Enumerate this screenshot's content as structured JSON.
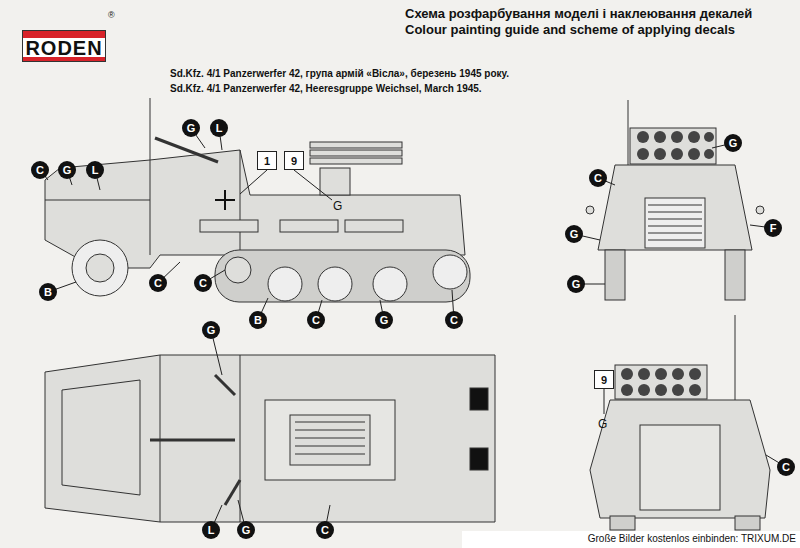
{
  "diagram": {
    "title": "Схема розфарбування моделі і наклеювання декалей",
    "nodes": [
      {
        "text": [
          "RODEN"
        ]
      },
      {
        "text": [
          "G"
        ]
      },
      {
        "text": [
          "L"
        ]
      },
      {
        "text": [
          "C"
        ]
      },
      {
        "text": [
          "G"
        ]
      },
      {
        "text": [
          "L"
        ]
      },
      {
        "text": [
          "B"
        ]
      },
      {
        "text": [
          "C"
        ]
      },
      {
        "text": [
          "C"
        ]
      },
      {
        "text": [
          "B"
        ]
      },
      {
        "text": [
          "C"
        ]
      },
      {
        "text": [
          "G"
        ]
      },
      {
        "text": [
          "C"
        ]
      },
      {
        "text": [
          "1"
        ]
      },
      {
        "text": [
          "9"
        ]
      },
      {
        "text": [
          "G"
        ]
      },
      {
        "text": [
          "C"
        ]
      },
      {
        "text": [
          "G"
        ]
      },
      {
        "text": [
          "F"
        ]
      },
      {
        "text": [
          "G"
        ]
      },
      {
        "text": [
          "9"
        ]
      },
      {
        "text": [
          "C"
        ]
      },
      {
        "text": [
          "G"
        ]
      },
      {
        "text": [
          "L"
        ]
      },
      {
        "text": [
          "G"
        ]
      },
      {
        "text": [
          "C"
        ]
      }
    ],
    "labels": [
      "®",
      "Colour painting guide and scheme of applying decals",
      "Sd.Kfz. 4/1 Panzerwerfer 42, група армій «Вісла», березень 1945 року.",
      "Sd.Kfz. 4/1 Panzerwerfer 42, Heeresgruppe Weichsel, March 1945.",
      "G",
      "G",
      "Große Bilder kostenlos einbinden: TRIXUM.DE"
    ]
  }
}
